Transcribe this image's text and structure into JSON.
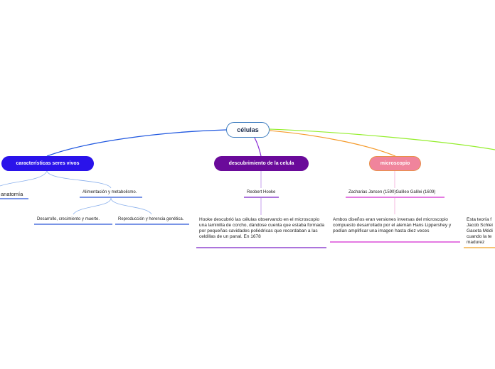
{
  "root": {
    "label": "células"
  },
  "branches": {
    "caracteristicas": {
      "label": "características seres vivos",
      "color": "#2a13ea",
      "children": {
        "anatomia": "anatomía",
        "alimentacion": "Alimentación y metabolismo.",
        "desarrollo": "Desarrollo, crecimiento y muerte.",
        "reproduccion": "Reproducción y herencia genética."
      }
    },
    "descubrimiento": {
      "label": "descubrimiento de la celula",
      "color": "#6a0a9a",
      "child": "Reobert Hooke",
      "text": "Hooke descubrió las células observando en el microscopio una laminilla de corcho, dándose cuenta que estaba formada por pequeñas cavidades poliédricas que recordaban a las celdillas de un panal. En 1678"
    },
    "microscopio": {
      "label": "microscopio",
      "color": "#f0849c",
      "child": "Zacharias Jansen (1590)Galileo Galilei (1609)",
      "text": "Ambos diseños eran versiones inversas del microscopio compuesto desarrollado por el alemán Hans Lippershey y podían amplificar una imagen hasta diez veces"
    },
    "teoria": {
      "color": "#8cf02a",
      "text_lines": [
        "Esta teoría f",
        "Jacob Schlei",
        "Gaceta Médi",
        "cuando la te",
        "madurez"
      ]
    }
  }
}
